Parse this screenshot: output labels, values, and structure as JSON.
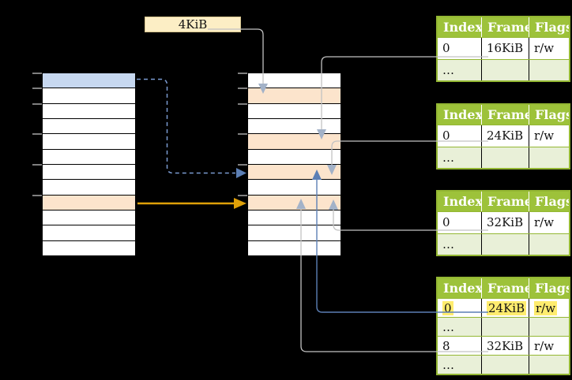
{
  "colors": {
    "bg": "#000000",
    "header_green": "#9DC23A",
    "border_green": "#94B733",
    "pale_green": "#E9F0D8",
    "light_blue": "#C7D8F0",
    "light_orange": "#FCE4CC",
    "cream": "#FCEEC5",
    "cream_border": "#D6C48E",
    "highlight_yellow": "#FFEC6E",
    "line_gray": "#C2C2C2",
    "arrowhead_gray": "#A3B2C8",
    "arrow_blue": "#5C7FB5",
    "arrow_blue_dashed": "#7B9BD2",
    "arrow_orange": "#DFA008",
    "tick_gray": "#7F7F7F"
  },
  "page_size_label": {
    "text": "4KiB"
  },
  "virtual_memory": {
    "row_count": 12,
    "blue_rows": [
      1
    ],
    "orange_rows": [
      9
    ],
    "tick_rows": [
      0,
      1,
      2,
      4,
      6,
      8
    ]
  },
  "physical_memory": {
    "row_count": 12,
    "orange_rows": [
      2,
      5,
      7,
      9
    ],
    "tick_rows": [
      0,
      1,
      2,
      4,
      6,
      8
    ]
  },
  "page_tables": [
    {
      "headers": [
        "Index",
        "Frame",
        "Flags"
      ],
      "rows": [
        {
          "cells": [
            "0",
            "16KiB",
            "r/w"
          ],
          "variant": "white",
          "highlight": false
        },
        {
          "cells": [
            "…",
            "",
            ""
          ],
          "variant": "green",
          "highlight": false
        }
      ]
    },
    {
      "headers": [
        "Index",
        "Frame",
        "Flags"
      ],
      "rows": [
        {
          "cells": [
            "0",
            "24KiB",
            "r/w"
          ],
          "variant": "white",
          "highlight": false
        },
        {
          "cells": [
            "…",
            "",
            ""
          ],
          "variant": "green",
          "highlight": false
        }
      ]
    },
    {
      "headers": [
        "Index",
        "Frame",
        "Flags"
      ],
      "rows": [
        {
          "cells": [
            "0",
            "32KiB",
            "r/w"
          ],
          "variant": "white",
          "highlight": false
        },
        {
          "cells": [
            "…",
            "",
            ""
          ],
          "variant": "green",
          "highlight": false
        }
      ]
    },
    {
      "headers": [
        "Index",
        "Frame",
        "Flags"
      ],
      "rows": [
        {
          "cells": [
            "0",
            "24KiB",
            "r/w"
          ],
          "variant": "white",
          "highlight": true
        },
        {
          "cells": [
            "…",
            "",
            ""
          ],
          "variant": "green",
          "highlight": false
        },
        {
          "cells": [
            "8",
            "32KiB",
            "r/w"
          ],
          "variant": "white",
          "highlight": false
        },
        {
          "cells": [
            "…",
            "",
            ""
          ],
          "variant": "green",
          "highlight": false
        }
      ]
    }
  ]
}
